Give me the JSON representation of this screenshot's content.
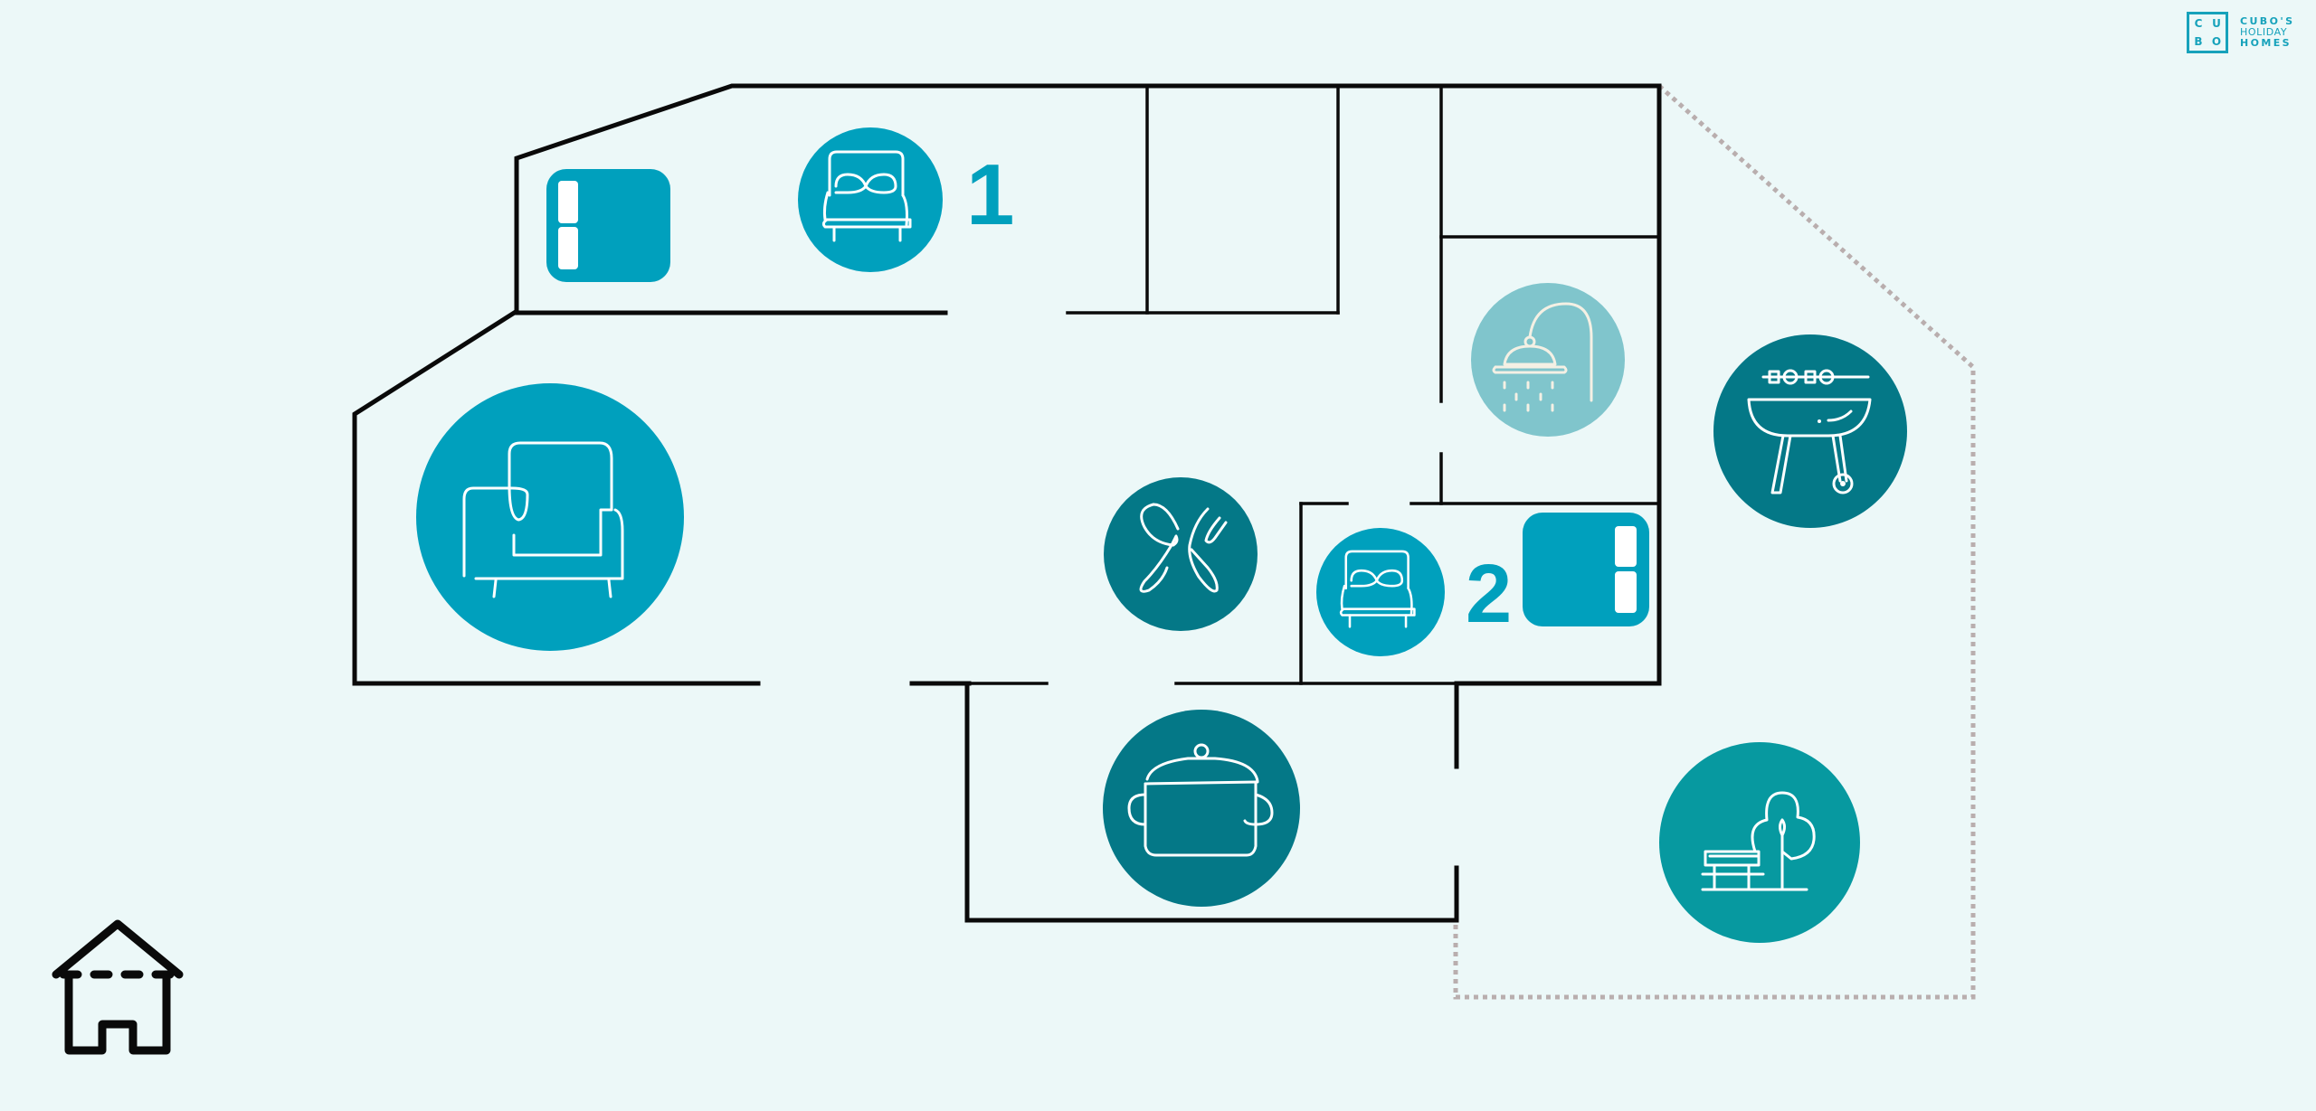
{
  "brand": {
    "logo_letters": [
      "C",
      "U",
      "B",
      "O"
    ],
    "name_lines": [
      "CUBO'S",
      "HOLIDAY",
      "HOMES"
    ],
    "color": "#17a2bb"
  },
  "plan": {
    "title": "Holiday home floor plan",
    "colors": {
      "background": "#ecf8f8",
      "walls": "#0a0a0a",
      "outdoor_boundary": "#b9aeae",
      "bedroom": "#00a0bd",
      "living": "#00a0bd",
      "dining": "#047887",
      "kitchen": "#047887",
      "bbq": "#047887",
      "garden": "#0799a0",
      "bathroom": "#80c5cc"
    },
    "rooms": [
      {
        "id": "bedroom-1",
        "type": "bedroom",
        "number": "1",
        "icon": "bed-icon",
        "has_wardrobe": true
      },
      {
        "id": "bedroom-2",
        "type": "bedroom",
        "number": "2",
        "icon": "bed-icon",
        "has_wardrobe": true
      },
      {
        "id": "living-room",
        "type": "living room",
        "icon": "armchair-icon"
      },
      {
        "id": "dining-area",
        "type": "dining",
        "icon": "cutlery-icon"
      },
      {
        "id": "kitchen",
        "type": "kitchen",
        "icon": "cooking-pot-icon"
      },
      {
        "id": "bathroom",
        "type": "bathroom",
        "icon": "shower-icon"
      },
      {
        "id": "bbq-area",
        "type": "barbecue",
        "icon": "barbecue-grill-icon"
      },
      {
        "id": "garden",
        "type": "garden",
        "icon": "park-bench-tree-icon"
      }
    ],
    "legend_icon": "house-icon"
  }
}
